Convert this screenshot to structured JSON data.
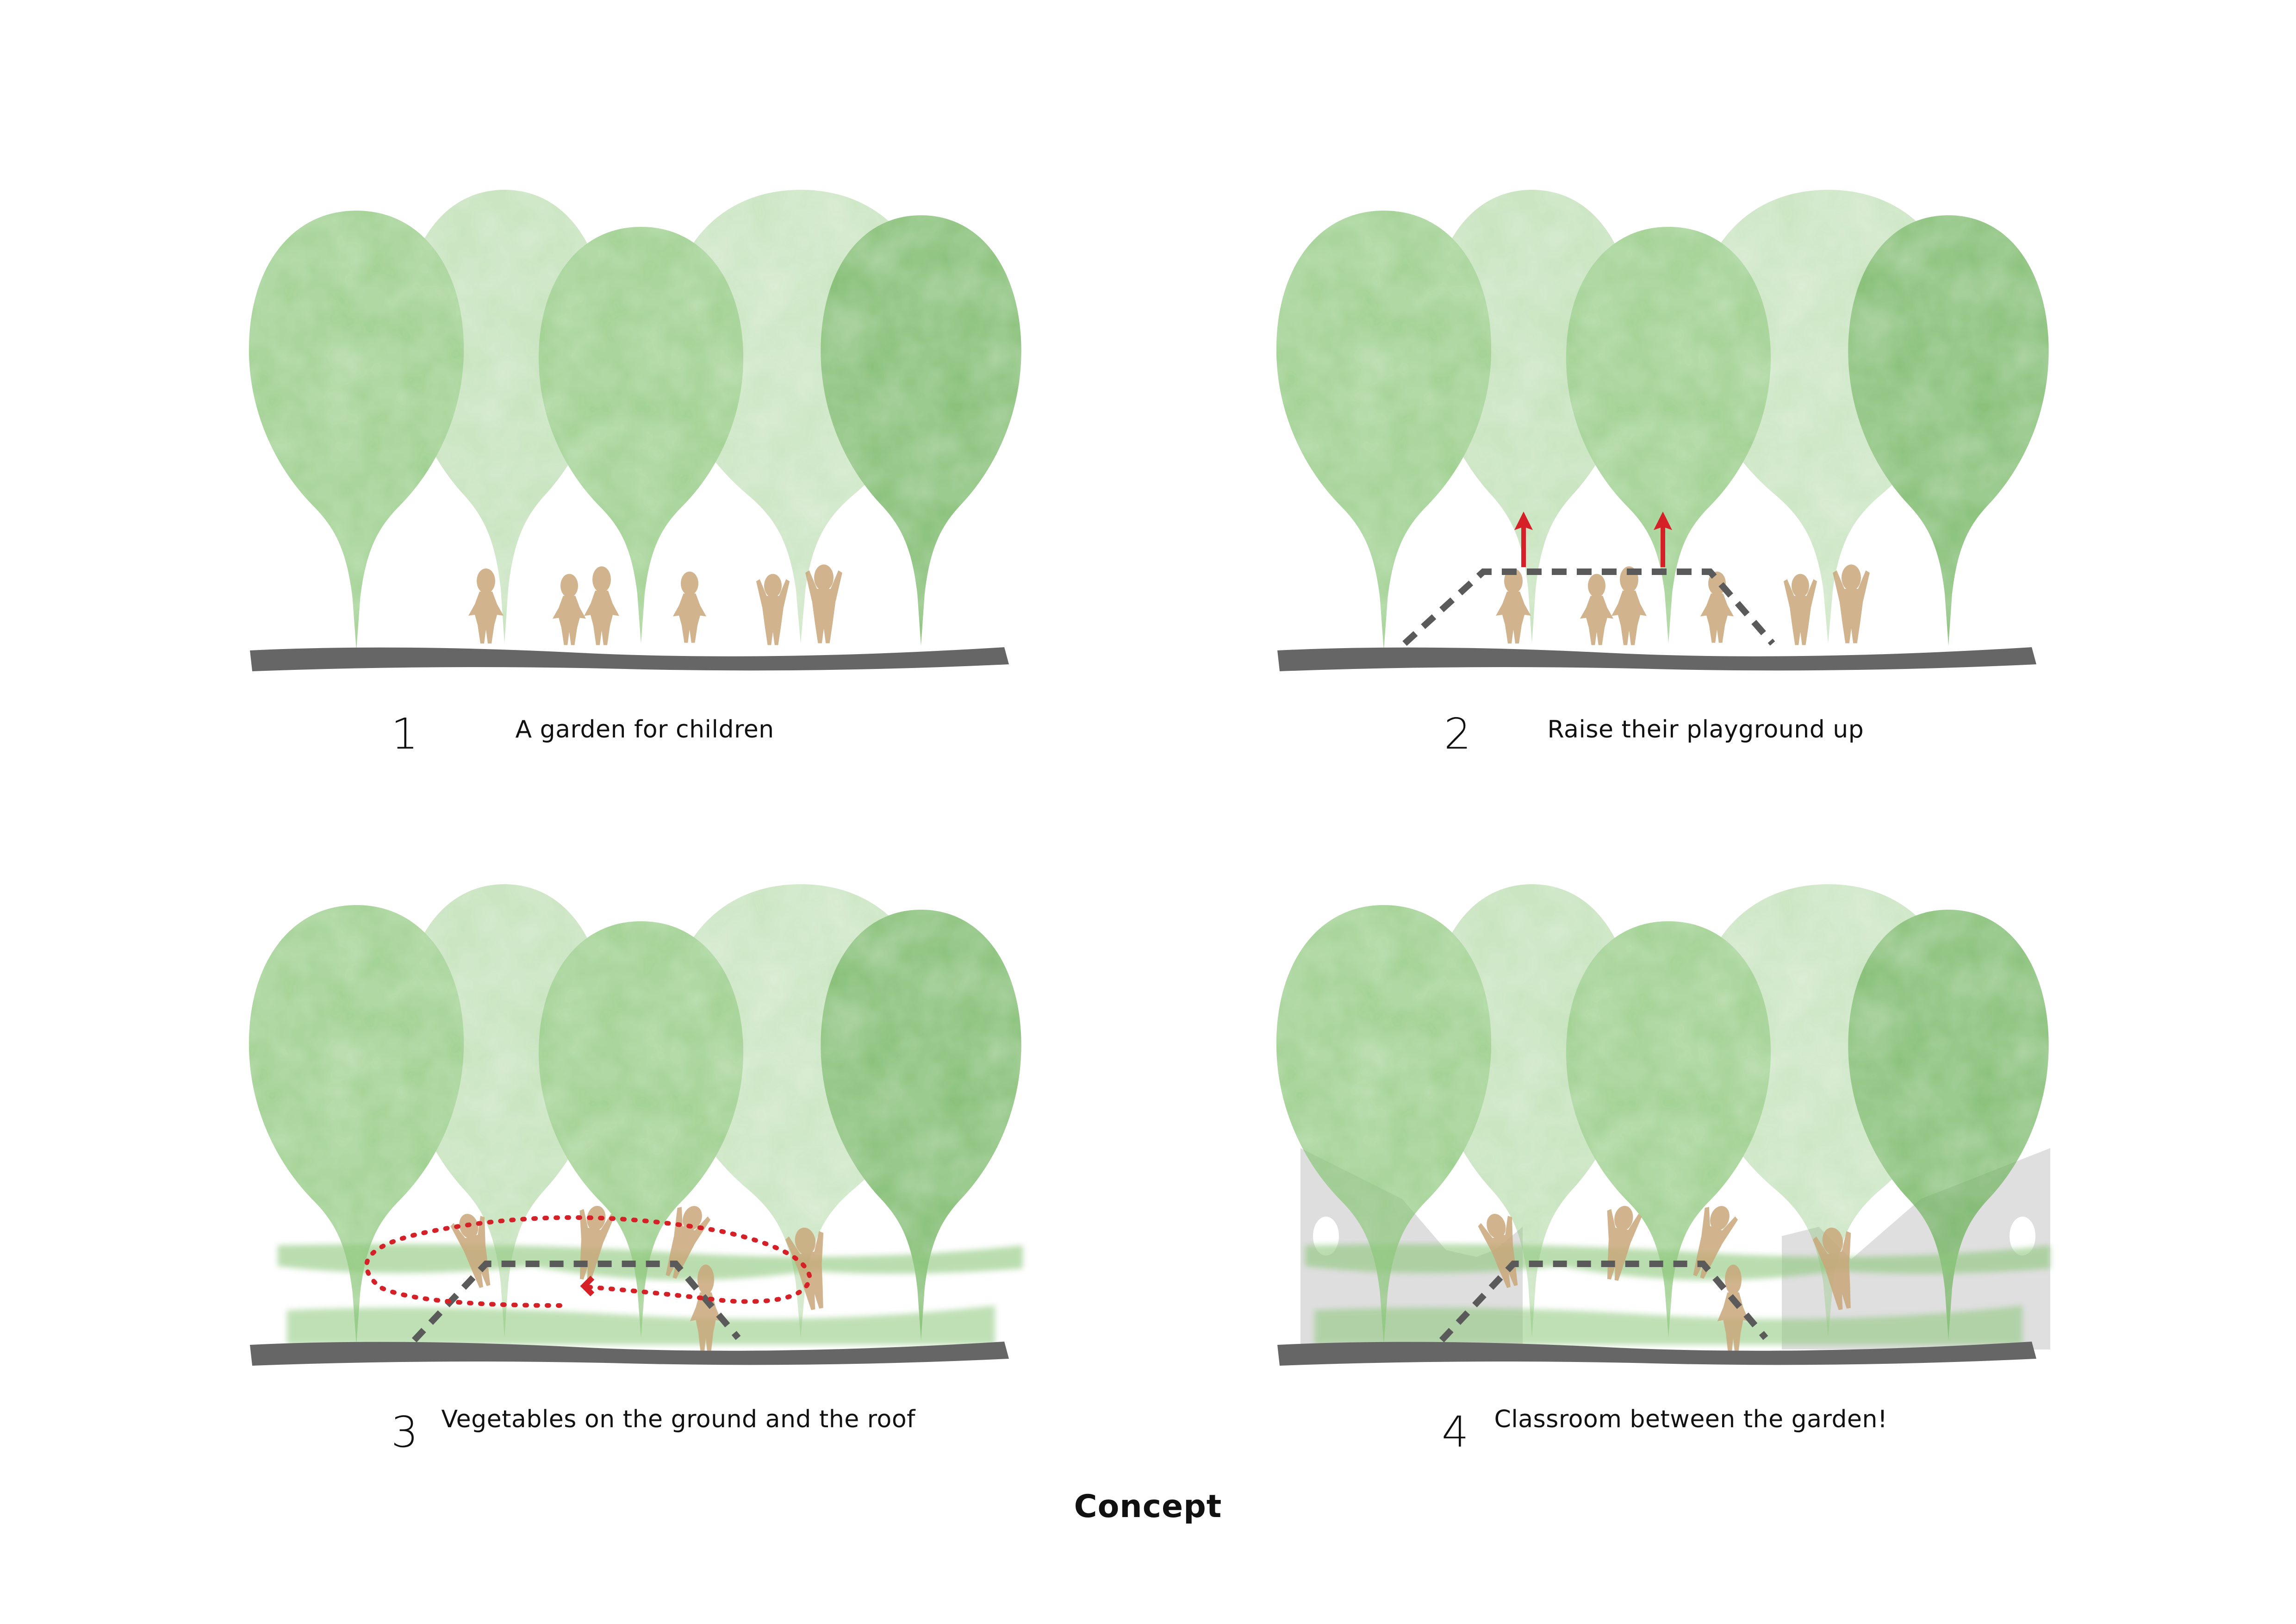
{
  "title": "Concept",
  "colors": {
    "tree_green": "#8cc77a",
    "tree_green_dark": "#6fb35d",
    "ground": "#666666",
    "child": "#c9a77a",
    "accent_red": "#d62027",
    "dash_gray": "#5a5a5a",
    "building_gray": "#d9d9d9"
  },
  "panels": [
    {
      "number": "1",
      "caption": "A garden for children",
      "elements": [
        "trees",
        "children",
        "ground"
      ]
    },
    {
      "number": "2",
      "caption": "Raise their playground up",
      "elements": [
        "trees",
        "children",
        "ground",
        "raised-platform-dashed-outline",
        "up-arrow-icon",
        "up-arrow-icon"
      ]
    },
    {
      "number": "3",
      "caption": "Vegetables on the ground and the roof",
      "elements": [
        "trees",
        "children",
        "ground",
        "green-roof",
        "green-ground-strip",
        "circulation-loop-dotted",
        "direction-arrow-icon"
      ]
    },
    {
      "number": "4",
      "caption": "Classroom between the garden!",
      "elements": [
        "trees",
        "children",
        "ground",
        "green-roof",
        "green-ground-strip",
        "classroom-walls"
      ]
    }
  ]
}
